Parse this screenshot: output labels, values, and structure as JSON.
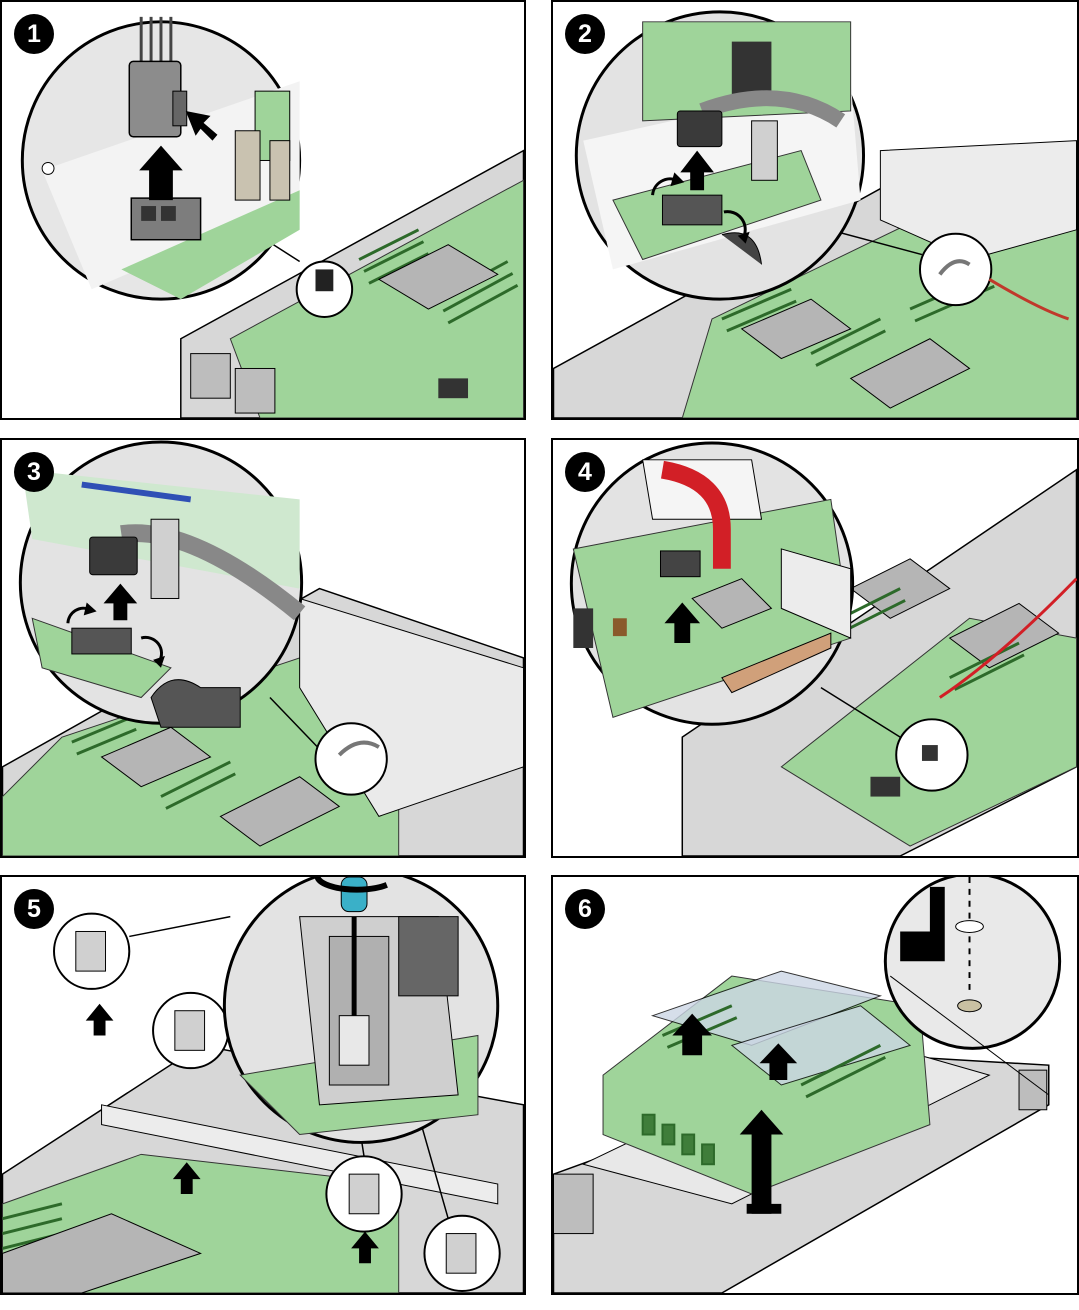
{
  "steps": [
    {
      "number": "1"
    },
    {
      "number": "2"
    },
    {
      "number": "3"
    },
    {
      "number": "4"
    },
    {
      "number": "5"
    },
    {
      "number": "6"
    }
  ],
  "colors": {
    "board_green": "#9fd49a",
    "board_dark": "#6fb76a",
    "chassis_gray": "#d7d7d7",
    "chassis_light": "#ececec",
    "heatsink_gray": "#b5b5b5",
    "cable_red": "#d21f26",
    "screwdriver_blue": "#3ab0c8",
    "outline": "#000000"
  },
  "icons": [
    "lift-arrow-icon",
    "rotate-arrow-icon",
    "push-arrow-icon",
    "screwdriver-icon"
  ]
}
